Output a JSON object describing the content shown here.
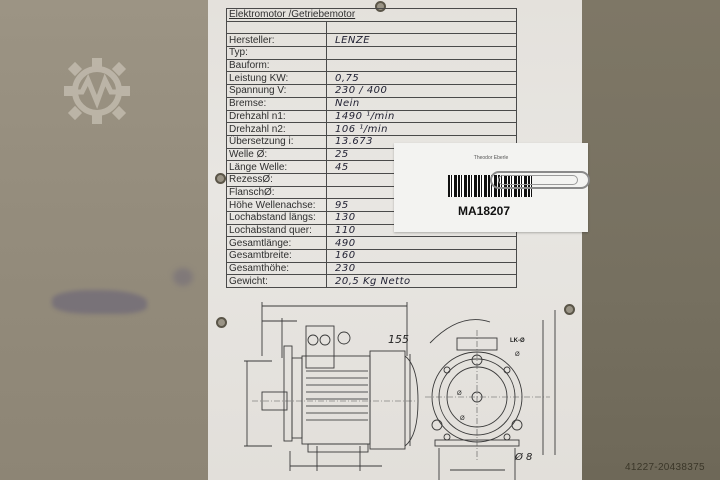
{
  "sheet": {
    "title": "Elektromotor /Getriebemotor",
    "rows": [
      {
        "label": "Hersteller:",
        "value": "LENZE"
      },
      {
        "label": "Typ:",
        "value": ""
      },
      {
        "label": "Bauform:",
        "value": ""
      },
      {
        "label": "Leistung KW:",
        "value": "0,75"
      },
      {
        "label": "Spannung V:",
        "value": "230 / 400"
      },
      {
        "label": "Bremse:",
        "value": "Nein"
      },
      {
        "label": "Drehzahl n1:",
        "value": "1490 ¹/min"
      },
      {
        "label": "Drehzahl n2:",
        "value": "106 ¹/min"
      },
      {
        "label": "Übersetzung i:",
        "value": "13.673"
      },
      {
        "label": "Welle Ø:",
        "value": "25"
      },
      {
        "label": "Länge Welle:",
        "value": "45"
      },
      {
        "label": "RezessØ:",
        "value": ""
      },
      {
        "label": "FlanschØ:",
        "value": ""
      },
      {
        "label": "Höhe Wellenachse:",
        "value": "95"
      },
      {
        "label": "Lochabstand längs:",
        "value": "130"
      },
      {
        "label": "Lochabstand quer:",
        "value": "110"
      },
      {
        "label": "Gesamtlänge:",
        "value": "490"
      },
      {
        "label": "Gesamtbreite:",
        "value": "160"
      },
      {
        "label": "Gesamthöhe:",
        "value": "230"
      },
      {
        "label": "Gewicht:",
        "value": "20,5 Kg Netto"
      }
    ]
  },
  "label_card": {
    "company": "Theodor Eberle",
    "barcode_icon": "barcode",
    "item_id": "MA18207"
  },
  "drawings": {
    "side_view": {
      "dimension": "155"
    },
    "front_view": {
      "labels": [
        "LK-Ø",
        "Ø",
        "Ø",
        "Ø",
        "Ø 8"
      ]
    }
  },
  "watermark": {
    "logo_icon": "gear-wave-logo",
    "image_id": "41227-20438375"
  },
  "colors": {
    "paper": "#e6e3de",
    "wall": "#8a8272",
    "ink": "#2f2f2f"
  }
}
